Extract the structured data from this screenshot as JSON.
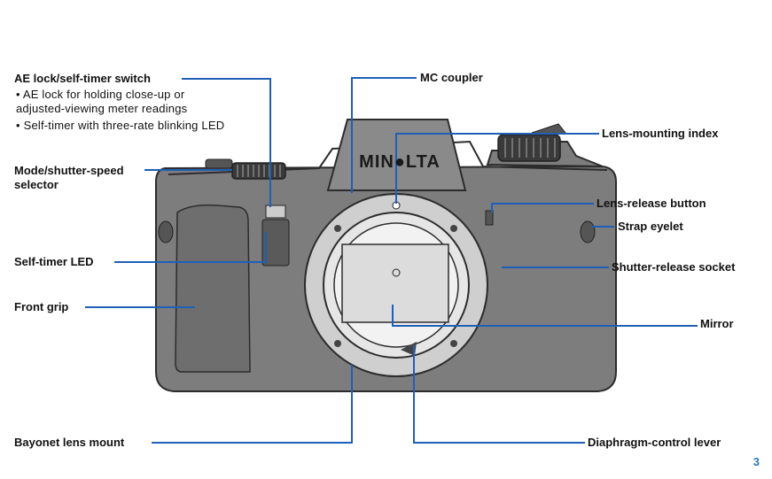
{
  "brand": "MIN●LTA",
  "page_number": "3",
  "colors": {
    "leader": "#1f5fb8",
    "ink": "#111111",
    "camera_fill": "#7d7d7d",
    "camera_light": "#bdbdbd",
    "camera_dark": "#2c2c2c"
  },
  "labels": {
    "ae_lock": "AE lock/self-timer switch",
    "ae_lock_notes": [
      "AE lock for holding close-up or adjusted-viewing meter readings",
      "Self-timer with three-rate blinking LED"
    ],
    "mode_selector": "Mode/shutter-speed selector",
    "self_timer_led": "Self-timer LED",
    "front_grip": "Front grip",
    "bayonet_mount": "Bayonet lens mount",
    "mc_coupler": "MC coupler",
    "lens_mounting_index": "Lens-mounting index",
    "lens_release_button": "Lens-release button",
    "strap_eyelet": "Strap eyelet",
    "shutter_release_socket": "Shutter-release socket",
    "mirror": "Mirror",
    "diaphragm_lever": "Diaphragm-control lever"
  }
}
